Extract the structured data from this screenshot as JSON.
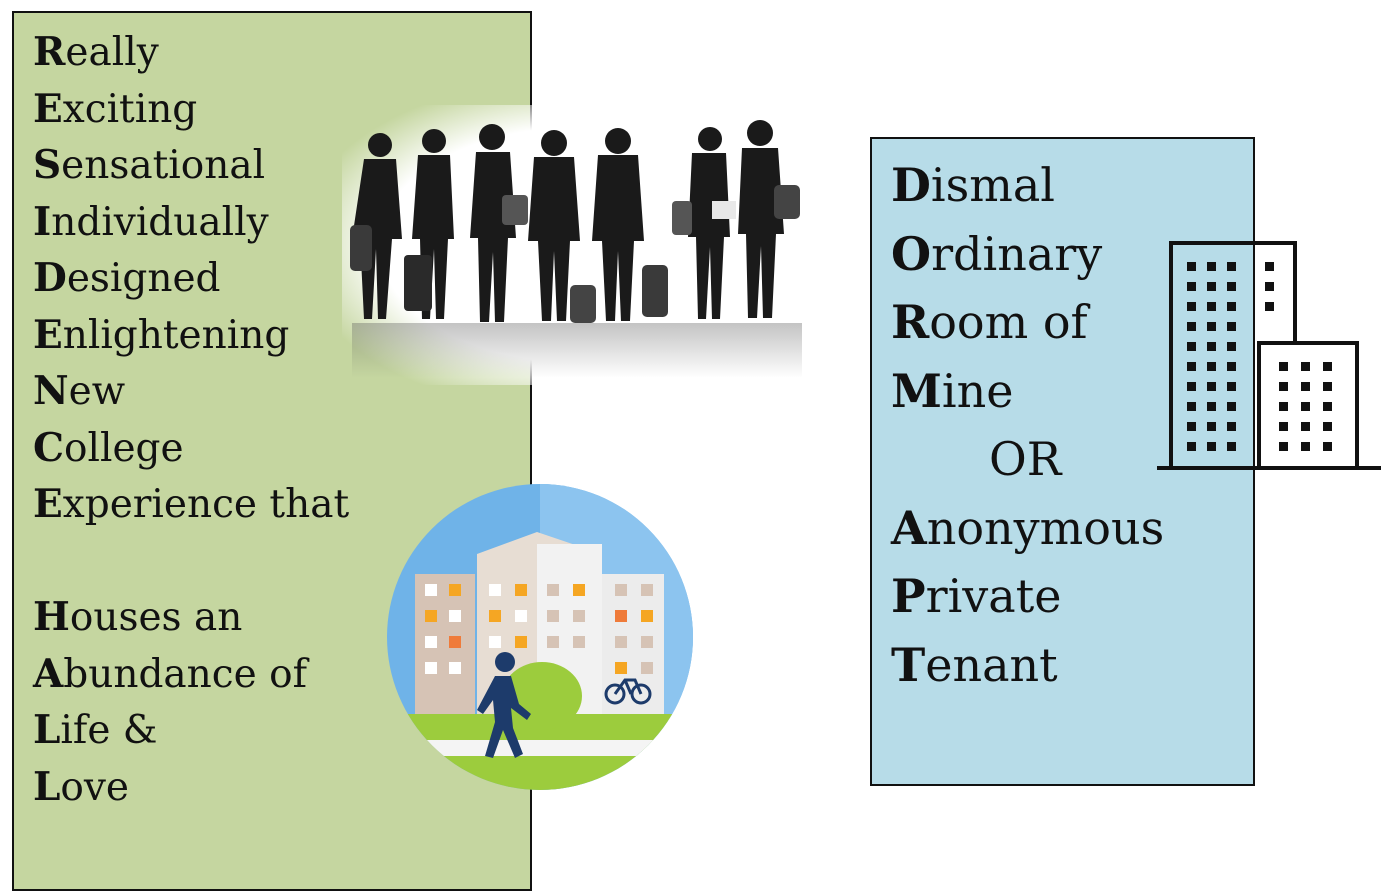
{
  "left_acronym": [
    {
      "cap": "R",
      "rest": "eally"
    },
    {
      "cap": "E",
      "rest": "xciting"
    },
    {
      "cap": "S",
      "rest": "ensational"
    },
    {
      "cap": "I",
      "rest": "ndividually"
    },
    {
      "cap": "D",
      "rest": "esigned"
    },
    {
      "cap": "E",
      "rest": "nlightening"
    },
    {
      "cap": "N",
      "rest": "ew"
    },
    {
      "cap": "C",
      "rest": "ollege"
    },
    {
      "cap": "E",
      "rest": "xperience that"
    },
    {
      "cap": "",
      "rest": ""
    },
    {
      "cap": "H",
      "rest": "ouses an"
    },
    {
      "cap": "A",
      "rest": "bundance of"
    },
    {
      "cap": "L",
      "rest": "ife &"
    },
    {
      "cap": "L",
      "rest": "ove"
    }
  ],
  "right_acronym": [
    {
      "cap": "D",
      "rest": "ismal"
    },
    {
      "cap": "O",
      "rest": "rdinary"
    },
    {
      "cap": "R",
      "rest": "oom of"
    },
    {
      "cap": "M",
      "rest": "ine"
    },
    {
      "cap": "",
      "rest": "OR"
    },
    {
      "cap": "A",
      "rest": "nonymous"
    },
    {
      "cap": "P",
      "rest": "rivate"
    },
    {
      "cap": "T",
      "rest": "enant"
    }
  ],
  "colors": {
    "left_panel": "#c5d6a0",
    "right_panel": "#b7dce8",
    "silhouette": "#1a1a1a",
    "sky": "#6fb3e8",
    "grass": "#9ccc3d",
    "walker": "#1d3b6b"
  },
  "images": {
    "people": "students-silhouette-illustration",
    "housing": "campus-housing-icon",
    "apartment": "apartment-building-icon"
  }
}
